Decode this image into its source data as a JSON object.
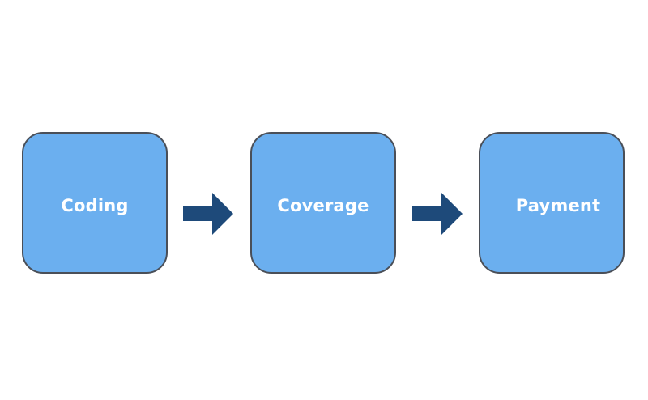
{
  "diagram": {
    "steps": [
      {
        "label": "Coding"
      },
      {
        "label": "Coverage"
      },
      {
        "label": "Payment"
      }
    ],
    "colors": {
      "box_fill": "#6bafef",
      "box_border": "#4a4f58",
      "label_text": "#ffffff",
      "arrow": "#1e4a7a"
    }
  }
}
